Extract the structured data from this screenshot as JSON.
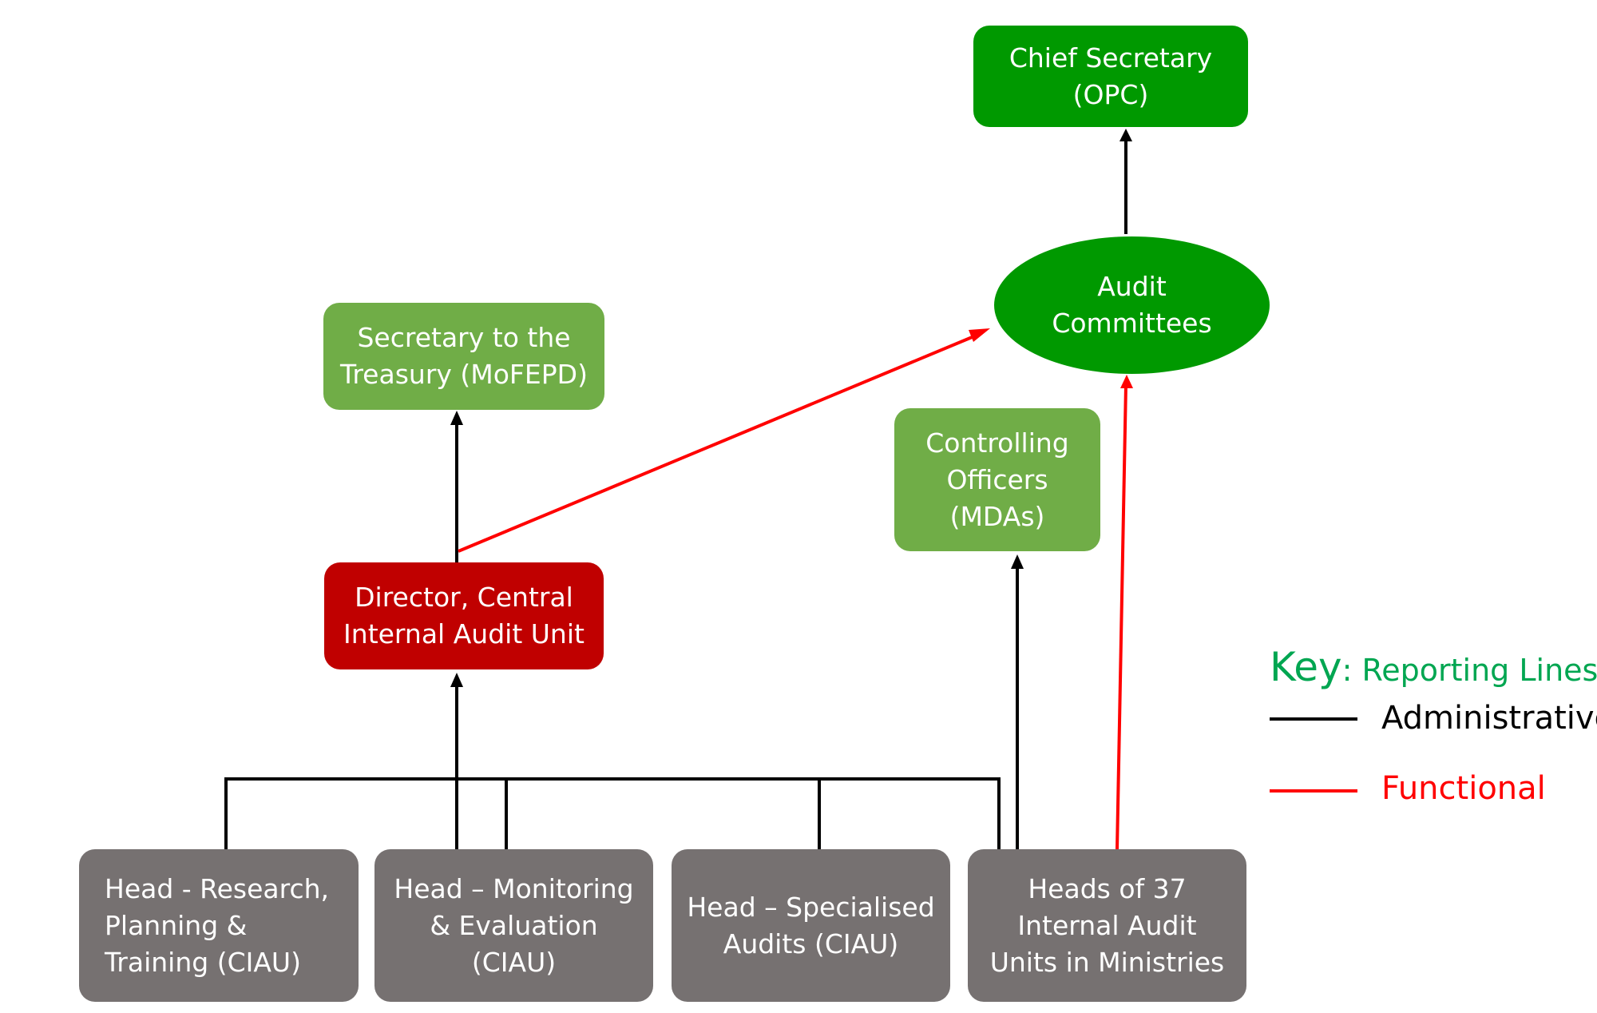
{
  "colors": {
    "dark_green": "#009900",
    "light_green": "#70ad47",
    "red_box": "#c00000",
    "grey_box": "#767171",
    "administrative_line": "#000000",
    "functional_line": "#ff0000",
    "key_text": "#00a651"
  },
  "nodes": {
    "chief_secretary": "Chief Secretary\n(OPC)",
    "audit_committees": "Audit\nCommittees",
    "secretary_treasury": "Secretary to the\nTreasury (MoFEPD)",
    "controlling_officers": "Controlling\nOfficers\n(MDAs)",
    "director_ciau": "Director, Central\nInternal Audit Unit",
    "head_research": "Head - Research,\nPlanning &\nTraining (CIAU)",
    "head_monitoring": "Head – Monitoring\n& Evaluation\n(CIAU)",
    "head_specialised": "Head – Specialised\nAudits (CIAU)",
    "heads_ministries": "Heads of 37\nInternal Audit\nUnits in Ministries"
  },
  "legend": {
    "key_word": "Key",
    "key_rest": ": Reporting Lines",
    "administrative": "Administrative",
    "functional": "Functional"
  }
}
